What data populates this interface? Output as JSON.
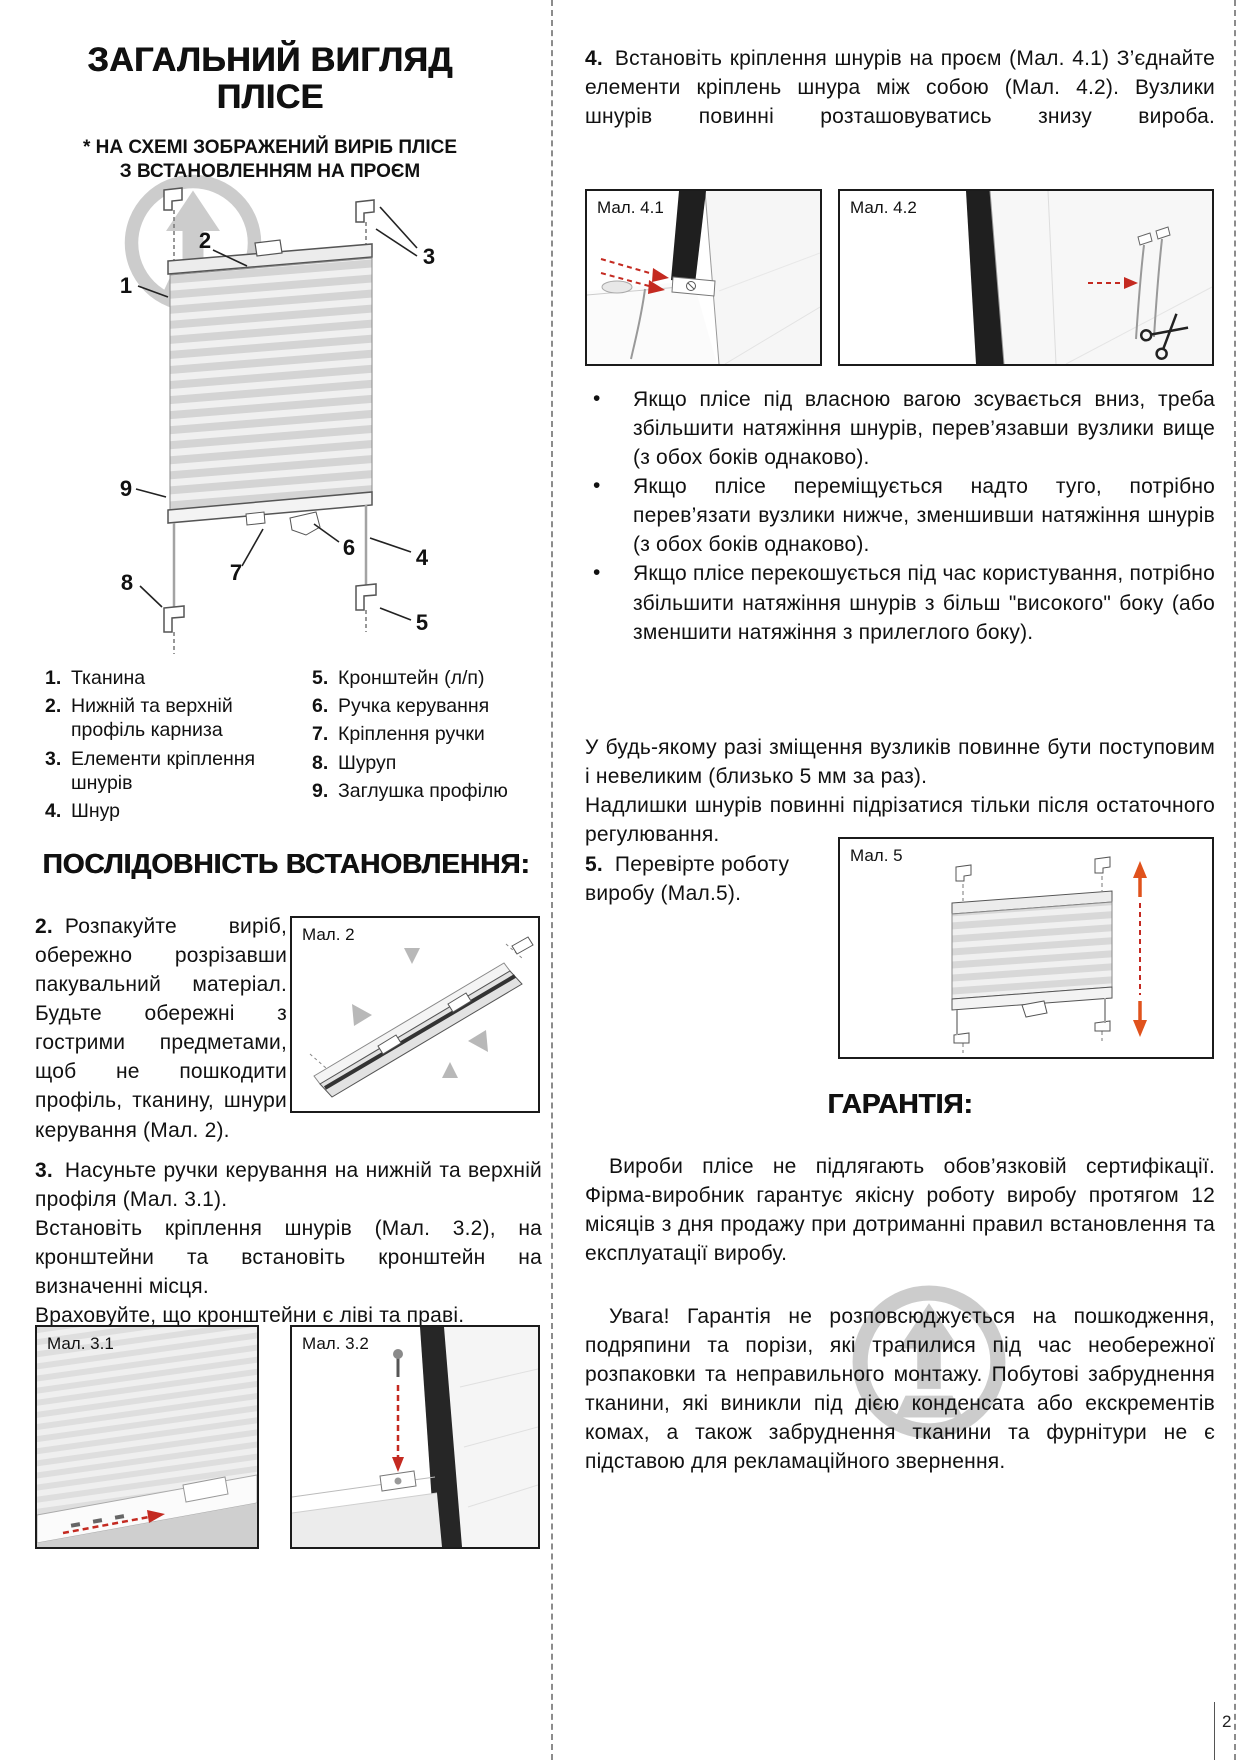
{
  "page": {
    "number": "2",
    "bullet_marker": "•"
  },
  "left": {
    "title_line1": "ЗАГАЛЬНИЙ ВИГЛЯД",
    "title_line2": "ПЛІСЕ",
    "subtitle_line1": "* НА СХЕМІ ЗОБРАЖЕНИЙ ВИРІБ ПЛІСЕ",
    "subtitle_line2": "З ВСТАНОВЛЕННЯМ НА ПРОЄМ",
    "legend_left": [
      {
        "num": "1.",
        "text": "Тканина"
      },
      {
        "num": "2.",
        "text": "Нижній та верхній профіль карниза"
      },
      {
        "num": "3.",
        "text": "Елементи кріплення шнурів"
      },
      {
        "num": "4.",
        "text": "Шнур"
      }
    ],
    "legend_right": [
      {
        "num": "5.",
        "text": "Кронштейн (л/п)"
      },
      {
        "num": "6.",
        "text": "Ручка керування"
      },
      {
        "num": "7.",
        "text": "Кріплення ручки"
      },
      {
        "num": "8.",
        "text": "Шуруп"
      },
      {
        "num": "9.",
        "text": "Заглушка профілю"
      }
    ],
    "sequence_title": "ПОСЛІДОВНІСТЬ ВСТАНОВЛЕННЯ:",
    "step2_num": "2.",
    "step2_text": "Розпакуйте виріб, обережно розрізавши пакувальний матеріал. Будьте обережні з гострими предметами, щоб не пошкодити профіль, тканину, шнури керування (Мал. 2).",
    "fig2_label": "Мал. 2",
    "step3_num": "3.",
    "step3_text1": "Насуньте ручки керування на нижній та верхній профіля (Мал. 3.1).",
    "step3_text2": "Встановіть кріплення шнурів (Мал. 3.2), на кронштейни та встановіть кронштейн на визначенні місця.",
    "step3_text3": "Враховуйте, що кронштейни є ліві та праві.",
    "fig31_label": "Мал. 3.1",
    "fig32_label": "Мал. 3.2"
  },
  "right": {
    "step4_num": "4.",
    "step4_text": "Встановіть кріплення шнурів на проєм (Мал. 4.1) З’єднайте елементи кріплень шнура між собою (Мал. 4.2). Вузлики шнурів повинні розташовуватись знизу вироба.",
    "fig41_label": "Мал. 4.1",
    "fig42_label": "Мал. 4.2",
    "bullets": [
      "Якщо плісе під власною вагою зсувається вниз, треба збільшити натяжіння шнурів, перев’язавши вузлики вище (з обох боків однаково).",
      "Якщо плісе переміщується надто туго, потрібно перев’язати вузлики нижче, зменшивши натяжіння шнурів (з обох боків однаково).",
      "Якщо плісе перекошується під час користування, потрібно збільшити натяжіння шнурів з більш \"високого\" боку (або зменшити натяжіння з прилеглого боку)."
    ],
    "para1": "У будь-якому разі зміщення вузликів повинне бути поступовим і невеликим (близько 5 мм за раз).",
    "para2": "Надлишки шнурів повинні підрізатися тільки після остаточного регулювання.",
    "step5_num": "5.",
    "step5_text": "Перевірте роботу виробу (Мал.5).",
    "fig5_label": "Мал. 5",
    "warranty_title": "ГАРАНТІЯ:",
    "warranty_para1": "Вироби плісе не підлягають обов’язковій сертифікації. Фірма-виробник гарантує якісну роботу виробу протягом 12 місяців з дня продажу при дотриманні правил встановлення та експлуатації виробу.",
    "warranty_para2": "Увага! Гарантія не розповсюджується на пошкодження, подряпини та порізи, які трапилися під час необережної розпаковки та неправильного монтажу. Побутові забруднення тканини, які виникли під дією конденсата або екскрементів комах, а також забруднення тканини та фурнітури не є підставою для рекламаційного звернення."
  },
  "diagram": {
    "labels": [
      "1",
      "2",
      "3",
      "4",
      "5",
      "6",
      "7",
      "8",
      "9"
    ]
  }
}
